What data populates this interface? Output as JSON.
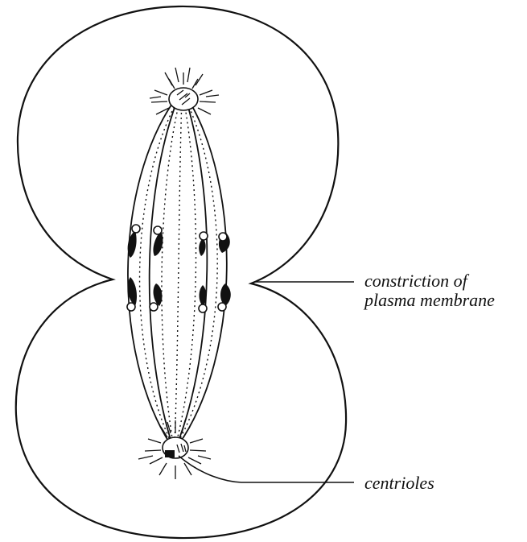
{
  "labels": {
    "constriction_line1": "constriction of",
    "constriction_line2": "plasma membrane",
    "centrioles": "centrioles"
  },
  "colors": {
    "ink": "#111111",
    "background": "#ffffff"
  }
}
